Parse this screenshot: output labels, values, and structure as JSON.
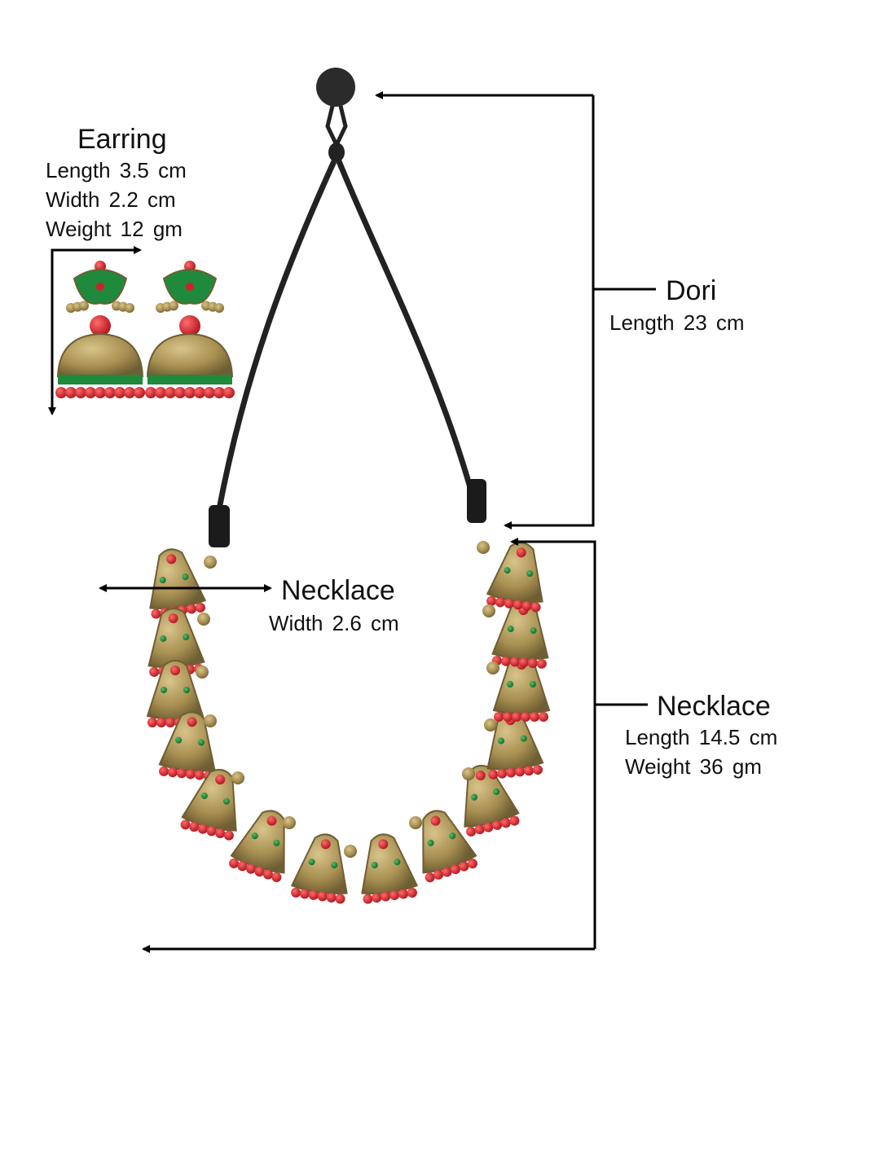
{
  "earring": {
    "heading": "Earring",
    "specs": [
      "Length  3.5  cm",
      "Width   2.2  cm",
      "Weight  12  gm"
    ]
  },
  "dori": {
    "heading": "Dori",
    "specs": [
      "Length  23  cm"
    ]
  },
  "necklace_width": {
    "heading": "Necklace",
    "specs": [
      "Width  2.6  cm"
    ]
  },
  "necklace_length": {
    "heading": "Necklace",
    "specs": [
      "Length  14.5  cm",
      "Weight  36   gm"
    ]
  },
  "colors": {
    "cord": "#222222",
    "gold": "#b09a5e",
    "gold_dark": "#7a6a3c",
    "bead_red": "#d1202a",
    "bead_green": "#1e8a3a",
    "line": "#000000"
  }
}
